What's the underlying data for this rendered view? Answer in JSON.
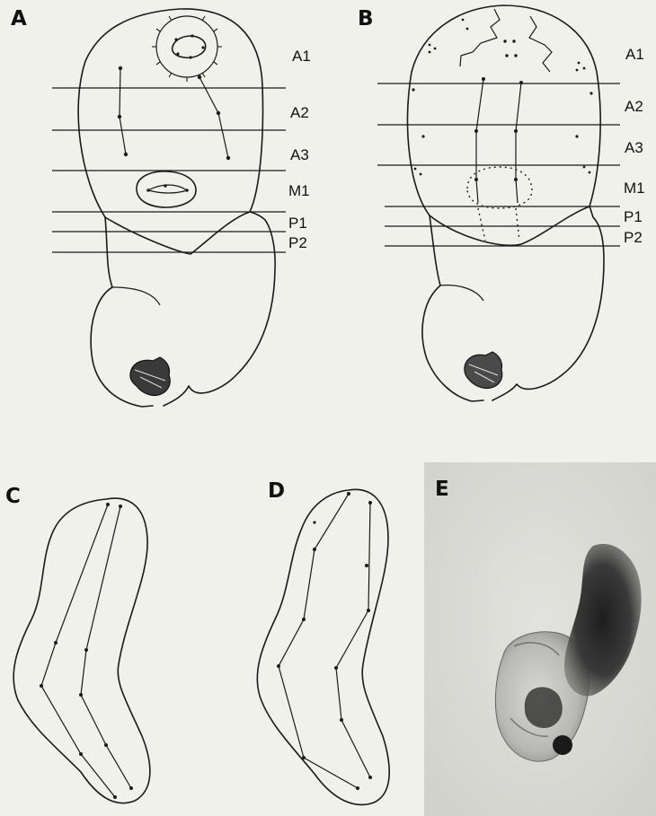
{
  "panels": {
    "a": {
      "letter": "A",
      "zones": [
        "A1",
        "A2",
        "A3",
        "M1",
        "P1",
        "P2"
      ]
    },
    "b": {
      "letter": "B",
      "zones": [
        "A1",
        "A2",
        "A3",
        "M1",
        "P1",
        "P2"
      ]
    },
    "c": {
      "letter": "C"
    },
    "d": {
      "letter": "D"
    },
    "e": {
      "letter": "E"
    }
  },
  "colors": {
    "ink": "#1a1a1a",
    "paper": "#f1f1ec",
    "photo_bg": "#d6d6d2"
  }
}
